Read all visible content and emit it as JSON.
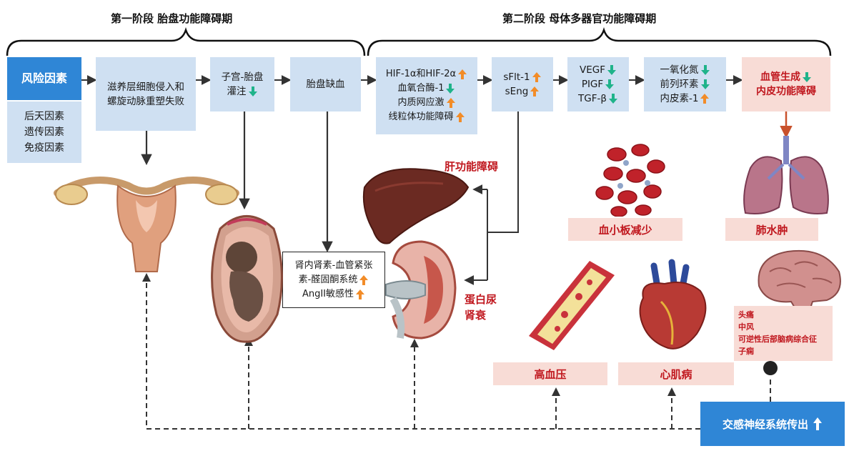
{
  "phases": {
    "phase1": "第一阶段 胎盘功能障碍期",
    "phase2": "第二阶段 母体多器官功能障碍期"
  },
  "risk": {
    "title": "风险因素",
    "items": [
      "后天因素",
      "遗传因素",
      "免疫因素"
    ]
  },
  "flow": {
    "trophoblast": [
      "滋养层细胞侵入和",
      "螺旋动脉重塑失败"
    ],
    "perfusion": [
      "子宫-胎盘",
      "灌注"
    ],
    "ischemia": "胎盘缺血",
    "hif": [
      "HIF-1α和HIF-2α",
      "血氧合酶-1",
      "内质网应激",
      "线粒体功能障碍"
    ],
    "sflt": [
      "sFlt-1",
      "sEng"
    ],
    "vegf": [
      "VEGF",
      "PIGF",
      "TGF-β"
    ],
    "no": [
      "一氧化氮",
      "前列环素",
      "内皮素-1"
    ],
    "angio": [
      "血管生成",
      "内皮功能障碍"
    ]
  },
  "raas": [
    "肾内肾素-血管紧张",
    "素-醛固酮系统",
    "AngII敏感性"
  ],
  "organs": {
    "liver": "肝功能障碍",
    "kidney": [
      "蛋白尿",
      "肾衰"
    ],
    "platelet": "血小板减少",
    "lung": "肺水肿",
    "htn": "高血压",
    "heart": "心肌病",
    "brain": [
      "头痛",
      "中风",
      "可逆性后部脑病综合征",
      "子痫"
    ]
  },
  "sympathetic": "交感神经系统传出",
  "colors": {
    "up": "#f28c28",
    "down": "#1fb38a",
    "blue": "#2f86d6",
    "red": "#c0171e",
    "box": "#cfe0f2",
    "pink": "#f8dcd6"
  },
  "icons": [
    "arrow-up-icon",
    "arrow-down-icon",
    "uterus-icon",
    "fetus-icon",
    "liver-icon",
    "kidney-icon",
    "platelets-icon",
    "lungs-icon",
    "artery-icon",
    "heart-icon",
    "brain-icon"
  ]
}
